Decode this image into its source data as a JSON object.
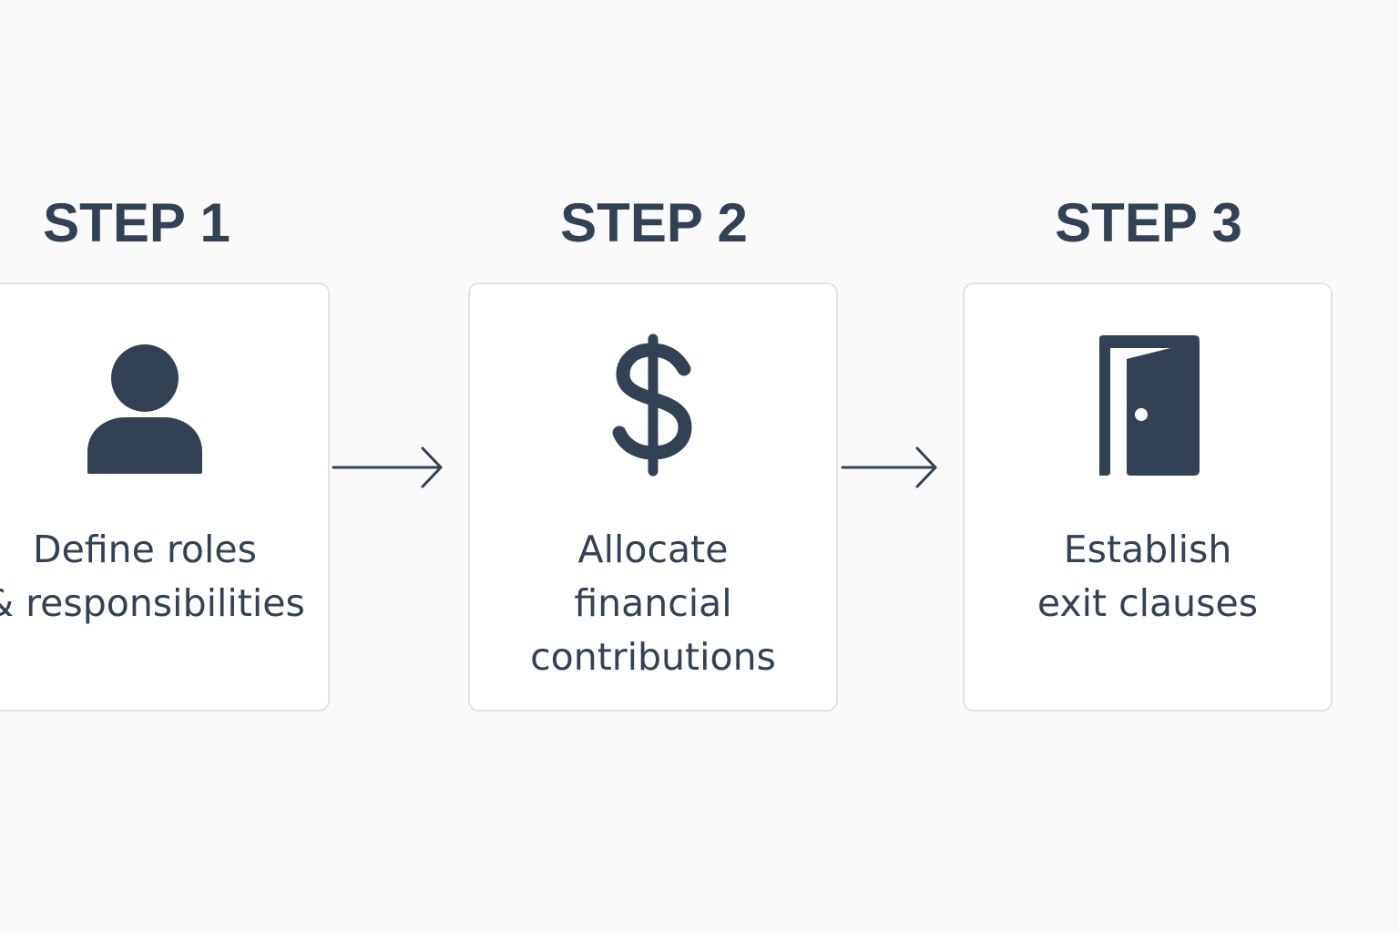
{
  "steps": [
    {
      "heading": "STEP 1",
      "icon": "person-icon",
      "lines": [
        "Define roles",
        "& responsibilities"
      ]
    },
    {
      "heading": "STEP 2",
      "icon": "dollar-icon",
      "lines": [
        "Allocate",
        "financial",
        "contributions"
      ]
    },
    {
      "heading": "STEP 3",
      "icon": "door-icon",
      "lines": [
        "Establish",
        "exit clauses"
      ]
    }
  ],
  "colors": {
    "background": "#fafafa",
    "ink": "#334155",
    "card_border": "#e2e2e2"
  }
}
